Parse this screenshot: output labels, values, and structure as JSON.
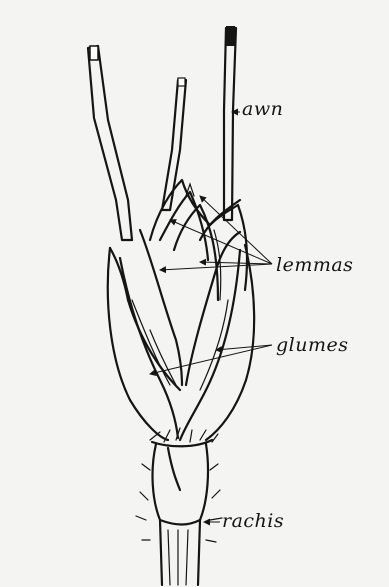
{
  "labels": {
    "awn": "awn",
    "lemmas": "lemmas",
    "glumes": "glumes",
    "rachis": "rachis"
  },
  "colors": {
    "ink": "#151515",
    "paper": "#f4f4f2"
  }
}
